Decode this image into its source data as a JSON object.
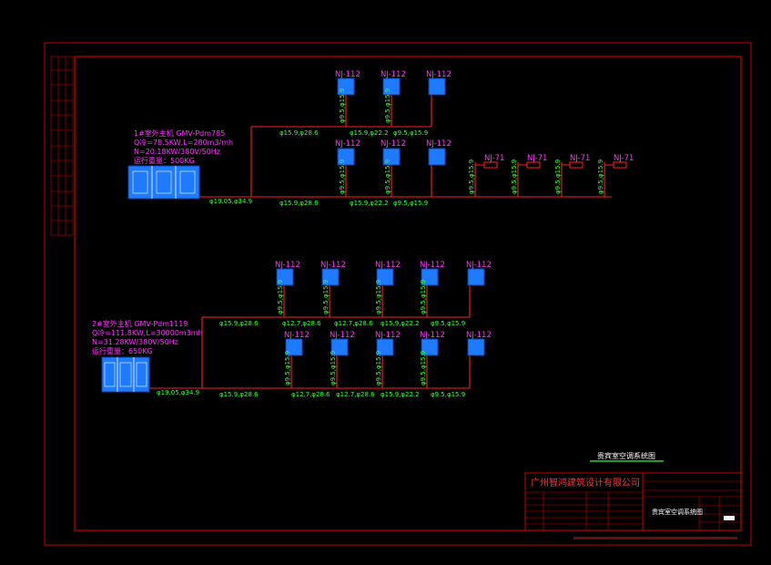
{
  "drawing": {
    "title": "贵宾室空调系统图",
    "company": "广州智鸿建筑设计有限公司",
    "title_block_title": "贵宾室空调系统图"
  },
  "system1": {
    "spec": {
      "line1": "1#室外主机  GMV-Pdm785",
      "line2": "Q冷=78.5KW,L=280m3/mh",
      "line3": "N=20.18KW/380V/50Hz",
      "line4": "运行重量：500KG"
    },
    "main_pipe": "φ19.05,φ34.9",
    "branch_top": "φ15.9,φ28.6",
    "branch_bot": "φ15.9,φ28.6",
    "top_units": [
      "NJ-112",
      "NJ-112",
      "NJ-112"
    ],
    "top_pipes": [
      "φ15.9,φ22.2",
      "φ9.5,φ15.9"
    ],
    "top_drops": [
      "φ9.5,φ15.9",
      "φ9.5,φ15.9"
    ],
    "mid_units": [
      "NJ-112",
      "NJ-112",
      "NJ-112"
    ],
    "mid_pipes": [
      "φ15.9,φ22.2",
      "φ9.5,φ15.9"
    ],
    "mid_drops": [
      "φ9.5,φ15.9",
      "φ9.5,φ15.9"
    ],
    "small_units": [
      "NJ-71",
      "NJ-71",
      "NJ-71",
      "NJ-71"
    ],
    "small_drops": [
      "φ9.5,φ15.9",
      "φ9.5,φ15.9",
      "φ9.5,φ15.9",
      "φ9.5,φ15.9"
    ]
  },
  "system2": {
    "spec": {
      "line1": "2#室外主机  GMV-Pdm1119",
      "line2": "Q冷=111.8KW,L=30000m3mh",
      "line3": "N=31.28KW/380V/50Hz",
      "line4": "运行重量：650KG"
    },
    "main_pipe": "φ19.05,φ34.9",
    "branch_top": "φ15.9,φ28.6",
    "branch_bot": "φ15.9,φ28.6",
    "top_units": [
      "NJ-112",
      "NJ-112",
      "NJ-112",
      "NJ-112",
      "NJ-112"
    ],
    "top_pipes": [
      "φ12.7,φ28.6",
      "φ12.7,φ28.6",
      "φ15.9,φ22.2",
      "φ9.5,φ15.9"
    ],
    "top_drops": [
      "φ9.5,φ15.9",
      "φ9.5,φ15.9",
      "φ9.5,φ15.9",
      "φ9.5,φ15.9"
    ],
    "bot_units": [
      "NJ-112",
      "NJ-112",
      "NJ-112",
      "NJ-112",
      "NJ-112"
    ],
    "bot_pipes": [
      "φ12.7,φ28.6",
      "φ12.7,φ28.6",
      "φ15.9,φ22.2",
      "φ9.5,φ15.9"
    ],
    "bot_drops": [
      "φ9.5,φ15.9",
      "φ9.5,φ15.9",
      "φ9.5,φ15.9",
      "φ9.5,φ15.9"
    ]
  },
  "colors": {
    "frame": "#cc0000",
    "pipe": "#ff2020",
    "unit": "#1e7bff",
    "unit_border": "#0b3fa8",
    "label_magenta": "#ff33ff",
    "label_green": "#33ff33",
    "title_underline": "#33cc33"
  }
}
